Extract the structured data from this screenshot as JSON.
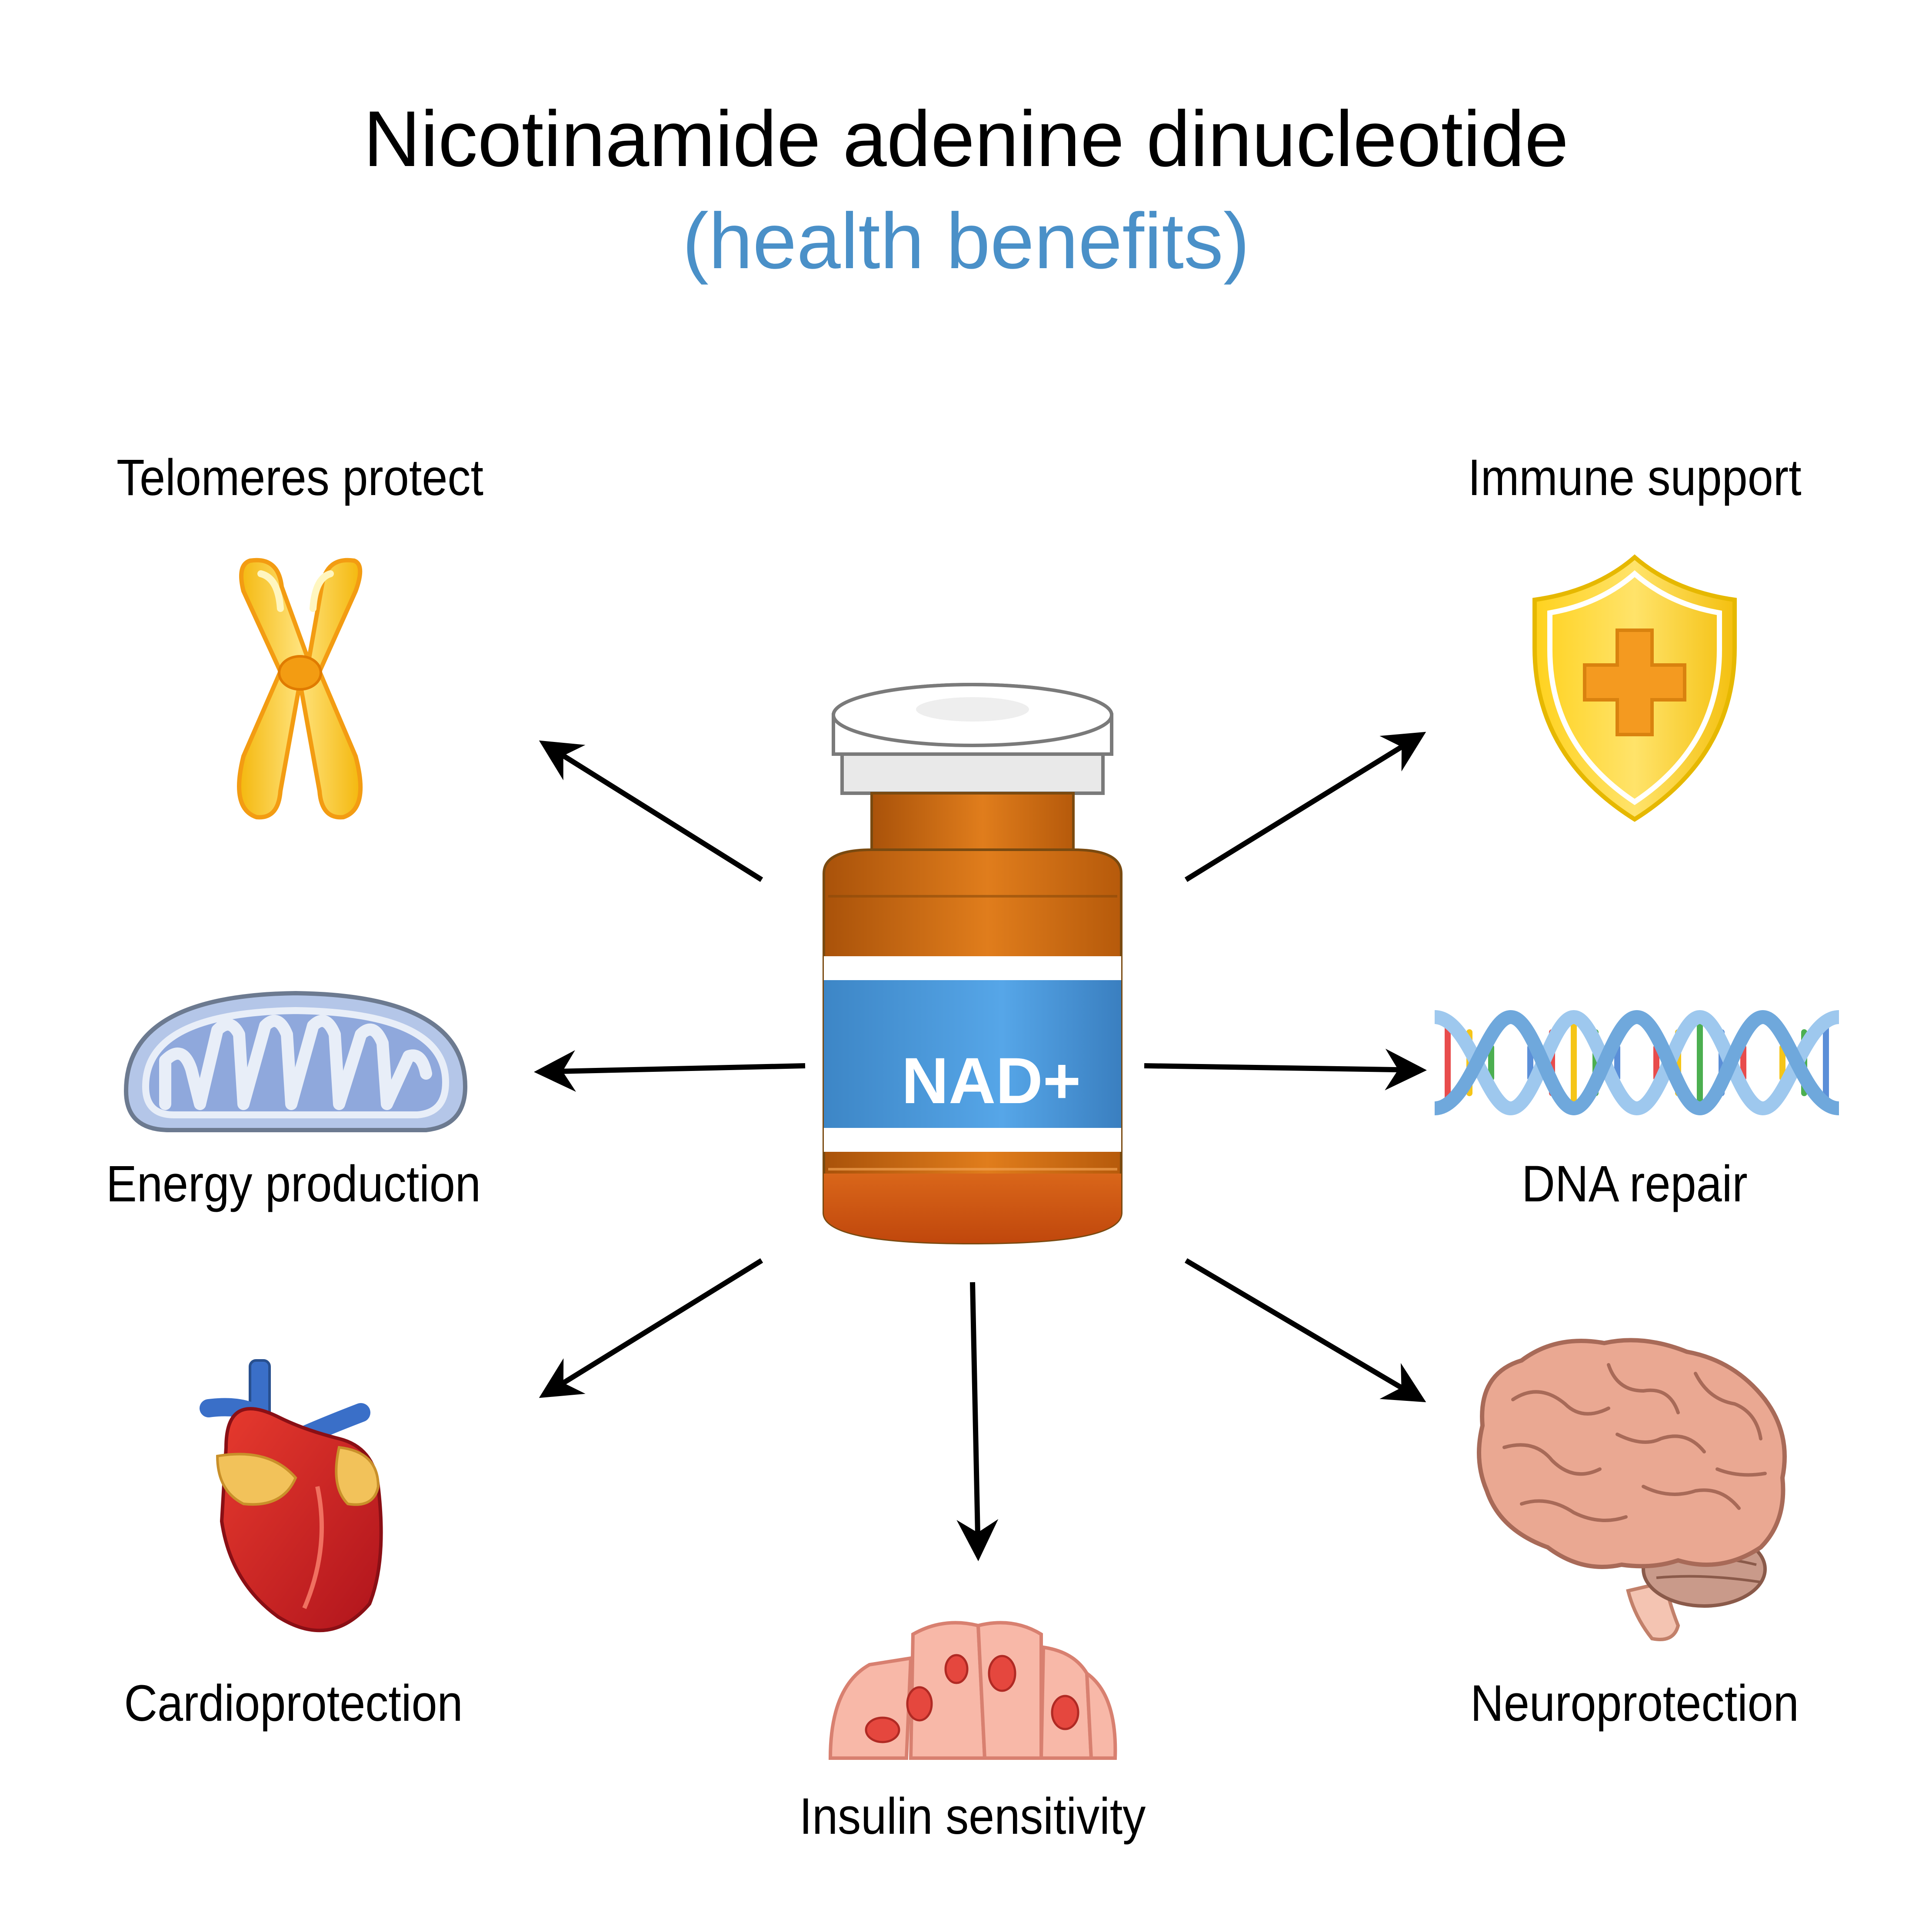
{
  "title": "Nicotinamide adenine dinucleotide",
  "subtitle": "(health benefits)",
  "vial": {
    "label": "NAD+"
  },
  "benefits": {
    "telomeres": "Telomeres protect",
    "immune": "Immune support",
    "energy": "Energy production",
    "dna": "DNA repair",
    "cardio": "Cardioprotection",
    "neuro": "Neuroprotection",
    "insulin": "Insulin sensitivity"
  },
  "colors": {
    "title": "#000000",
    "subtitle": "#4a90c8",
    "vial_amber": "#c96a12",
    "vial_label": "#3f8fd0",
    "arrow": "#000000",
    "chromosome": "#f5c518",
    "shield": "#ffd21e",
    "heart": "#d8232a",
    "brain": "#e8a08a"
  }
}
